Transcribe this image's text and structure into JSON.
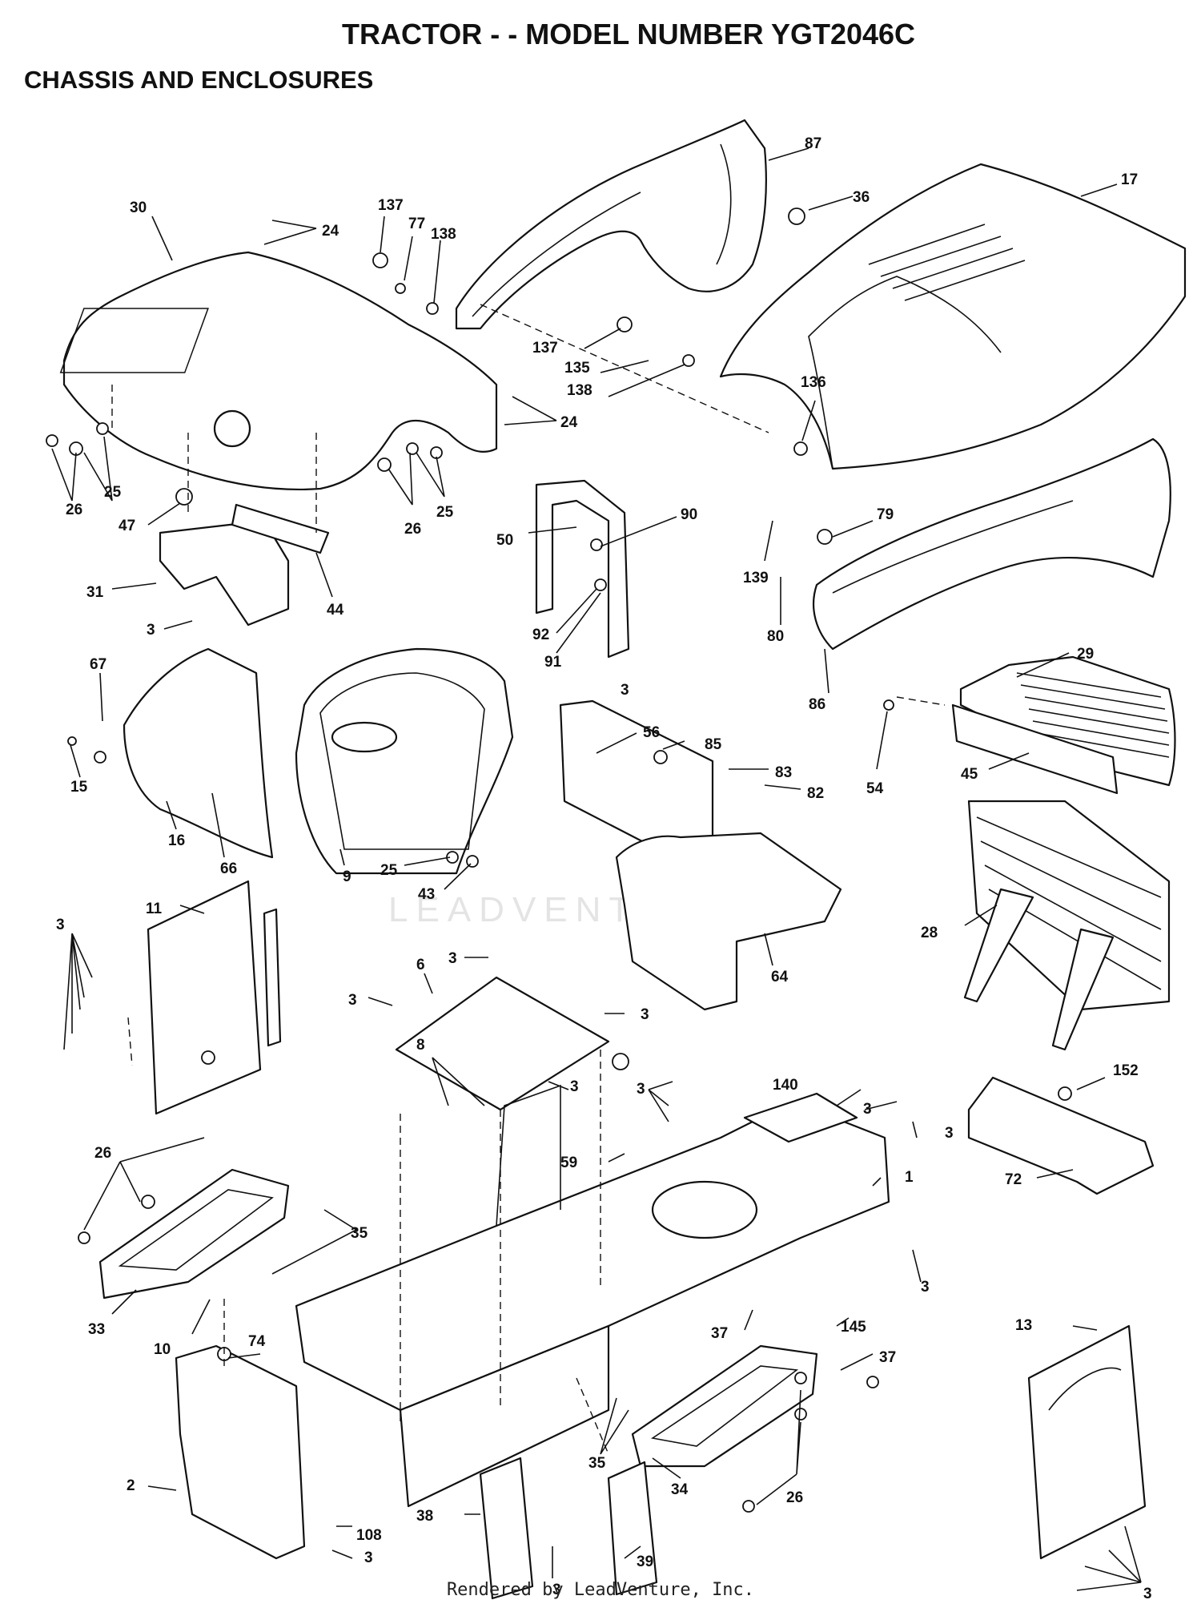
{
  "header": {
    "title": "TRACTOR - - MODEL NUMBER YGT2046C",
    "subtitle": "CHASSIS AND ENCLOSURES"
  },
  "footer": {
    "credit": "Rendered by LeadVenture, Inc."
  },
  "watermark": {
    "text": "LEADVENTURE"
  },
  "colors": {
    "ink": "#111111",
    "background": "#ffffff",
    "watermark": "#cfcfcf"
  },
  "callouts": {
    "c87": "87",
    "c36": "36",
    "c17": "17",
    "c30": "30",
    "c24a": "24",
    "c137a": "137",
    "c77": "77",
    "c138a": "138",
    "c137b": "137",
    "c135": "135",
    "c138b": "138",
    "c136": "136",
    "c24b": "24",
    "c25a": "25",
    "c26a": "26",
    "c25b": "25",
    "c26b": "26",
    "c47": "47",
    "c50": "50",
    "c90": "90",
    "c79": "79",
    "c139": "139",
    "c31": "31",
    "c44": "44",
    "c92": "92",
    "c91": "91",
    "c80": "80",
    "c86": "86",
    "c3a": "3",
    "c3b": "3",
    "c29": "29",
    "c67": "67",
    "c56": "56",
    "c85": "85",
    "c83": "83",
    "c82": "82",
    "c54": "54",
    "c45": "45",
    "c15": "15",
    "c16": "16",
    "c66": "66",
    "c9": "9",
    "c25c": "25",
    "c43": "43",
    "c64": "64",
    "c28": "28",
    "c3c": "3",
    "c11": "11",
    "c3d": "3",
    "c6": "6",
    "c3e": "3",
    "c3f": "3",
    "c3g": "3",
    "c152": "152",
    "c3h": "3",
    "c140": "140",
    "c3i": "3",
    "c3j": "3",
    "c8": "8",
    "c59": "59",
    "c1": "1",
    "c72": "72",
    "c26c": "26",
    "c35a": "35",
    "c3k": "3",
    "c33": "33",
    "c10": "10",
    "c37a": "37",
    "c145": "145",
    "c37b": "37",
    "c74": "74",
    "c13": "13",
    "c2": "2",
    "c35b": "35",
    "c34": "34",
    "c26d": "26",
    "c3l": "3",
    "c38": "38",
    "c39": "39",
    "c108": "108",
    "c3m": "3",
    "c3n": "3"
  }
}
